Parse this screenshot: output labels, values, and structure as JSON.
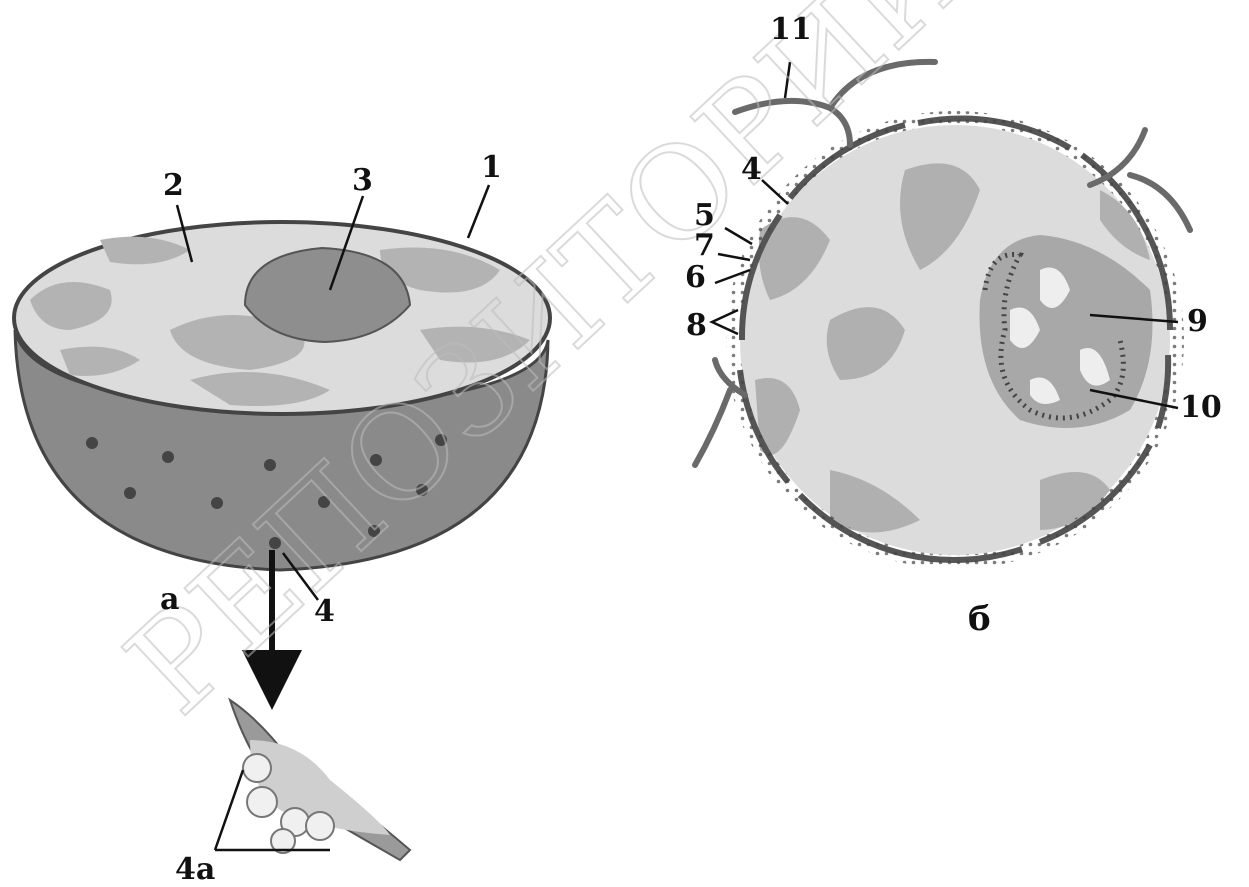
{
  "panel_a": {
    "caption": "а",
    "labels": {
      "l1": "1",
      "l2": "2",
      "l3": "3",
      "l4": "4",
      "l4a": "4а"
    }
  },
  "panel_b": {
    "caption": "б",
    "labels": {
      "l4": "4",
      "l5": "5",
      "l6": "6",
      "l7": "7",
      "l8": "8",
      "l9": "9",
      "l10": "10",
      "l11": "11"
    }
  },
  "watermark": {
    "text": "РЕПОЗИТОРИЙ"
  },
  "colors": {
    "envelope": "#555555",
    "nucleoplasm": "#dedede",
    "chromatin": "#b4b4b4",
    "nucleolus": "#8e8e8e",
    "pore": "#444444"
  }
}
